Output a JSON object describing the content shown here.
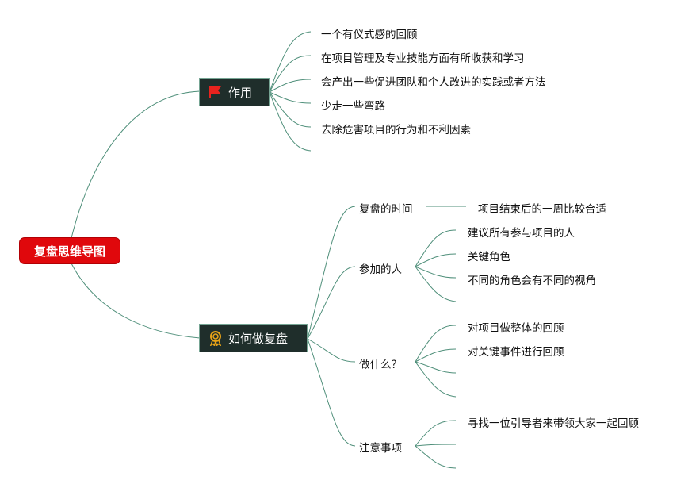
{
  "root": {
    "label": "复盘思维导图"
  },
  "branches": [
    {
      "label": "作用",
      "icon": "red-flag-icon",
      "items": [
        "一个有仪式感的回顾",
        "在项目管理及专业技能方面有所收获和学习",
        "会产出一些促进团队和个人改进的实践或者方法",
        "少走一些弯路",
        "去除危害项目的行为和不利因素"
      ]
    },
    {
      "label": "如何做复盘",
      "icon": "medal-icon",
      "children": [
        {
          "label": "复盘的时间",
          "items": [
            "项目结束后的一周比较合适"
          ]
        },
        {
          "label": "参加的人",
          "items": [
            "建议所有参与项目的人",
            "关键角色",
            "不同的角色会有不同的视角"
          ]
        },
        {
          "label": "做什么？",
          "items": [
            "对项目做整体的回顾",
            "对关键事件进行回顾"
          ]
        },
        {
          "label": "注意事项",
          "items": [
            "寻找一位引导者来带领大家一起回顾"
          ]
        }
      ]
    }
  ],
  "colors": {
    "root_fill": "#e0080c",
    "topic_fill": "#1f2e2b",
    "line": "#4f8f7a",
    "flag": "#e8231e",
    "medal": "#e8a317"
  }
}
